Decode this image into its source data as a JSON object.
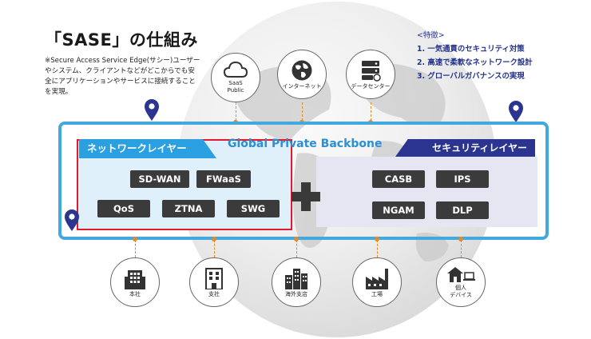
{
  "title": "「SASE」の仕組み",
  "note": "※Secure Access Service Edge(サシー)ユーザーやシステム、クライアントなどがどこからでも安全にアプリケーションやサービスに接続することを実現。",
  "features": {
    "heading": "<特徴>",
    "items": [
      "1. 一気通貫のセキュリティ対策",
      "2. 高速で柔軟なネットワーク設計",
      "3. グローバルガバナンスの実現"
    ]
  },
  "top_nodes": [
    {
      "label1": "SaaS",
      "label2": "Public",
      "icon": "cloud-icon"
    },
    {
      "label1": "インターネット",
      "label2": "",
      "icon": "globe-icon"
    },
    {
      "label1": "データセンター",
      "label2": "",
      "icon": "server-icon"
    }
  ],
  "backbone_title": "Global Private Backbone",
  "network_layer": {
    "label": "ネットワークレイヤー",
    "items": [
      "SD-WAN",
      "FWaaS",
      "QoS",
      "ZTNA",
      "SWG"
    ]
  },
  "security_layer": {
    "label": "セキュリティレイヤー",
    "items": [
      "CASB",
      "IPS",
      "NGAM",
      "DLP"
    ]
  },
  "bottom_nodes": [
    {
      "label1": "本社",
      "label2": "",
      "icon": "office-building-icon"
    },
    {
      "label1": "支社",
      "label2": "",
      "icon": "branch-building-icon"
    },
    {
      "label1": "海外支店",
      "label2": "",
      "icon": "city-buildings-icon"
    },
    {
      "label1": "工場",
      "label2": "",
      "icon": "factory-icon"
    },
    {
      "label1": "個人",
      "label2": "デバイス",
      "icon": "home-laptop-icon"
    }
  ],
  "colors": {
    "backbone": "#42a9de",
    "network_tab": "#2aa0e0",
    "network_border": "#e11b2b",
    "security_tab": "#2b3590",
    "connector": "#e38a2a",
    "chip": "#3b3b3b",
    "features_text": "#24338a"
  }
}
